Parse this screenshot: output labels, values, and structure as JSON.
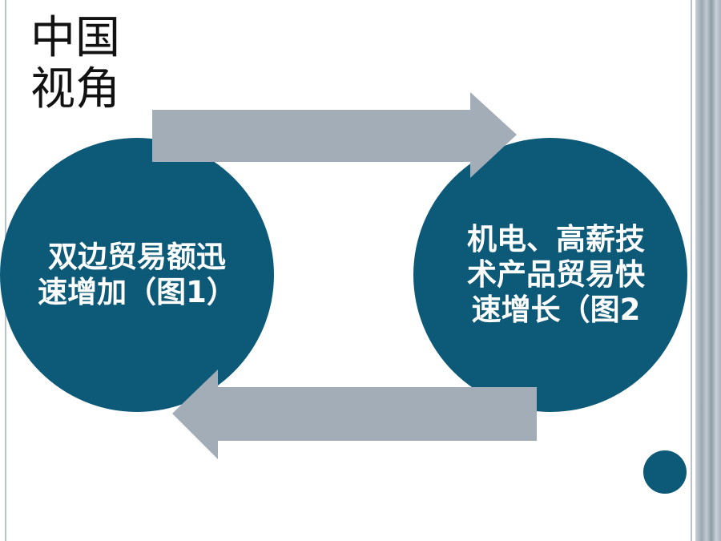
{
  "title": {
    "line1": "中国",
    "line2": "视角"
  },
  "nodes": {
    "left_text": "双边贸易额迅速增加（图1）",
    "right_text": "机电、高薪技术产品贸易快速增长（图2"
  },
  "colors": {
    "circle": "#0d5a78",
    "arrow": "#a3adb7",
    "background": "#ffffff"
  }
}
